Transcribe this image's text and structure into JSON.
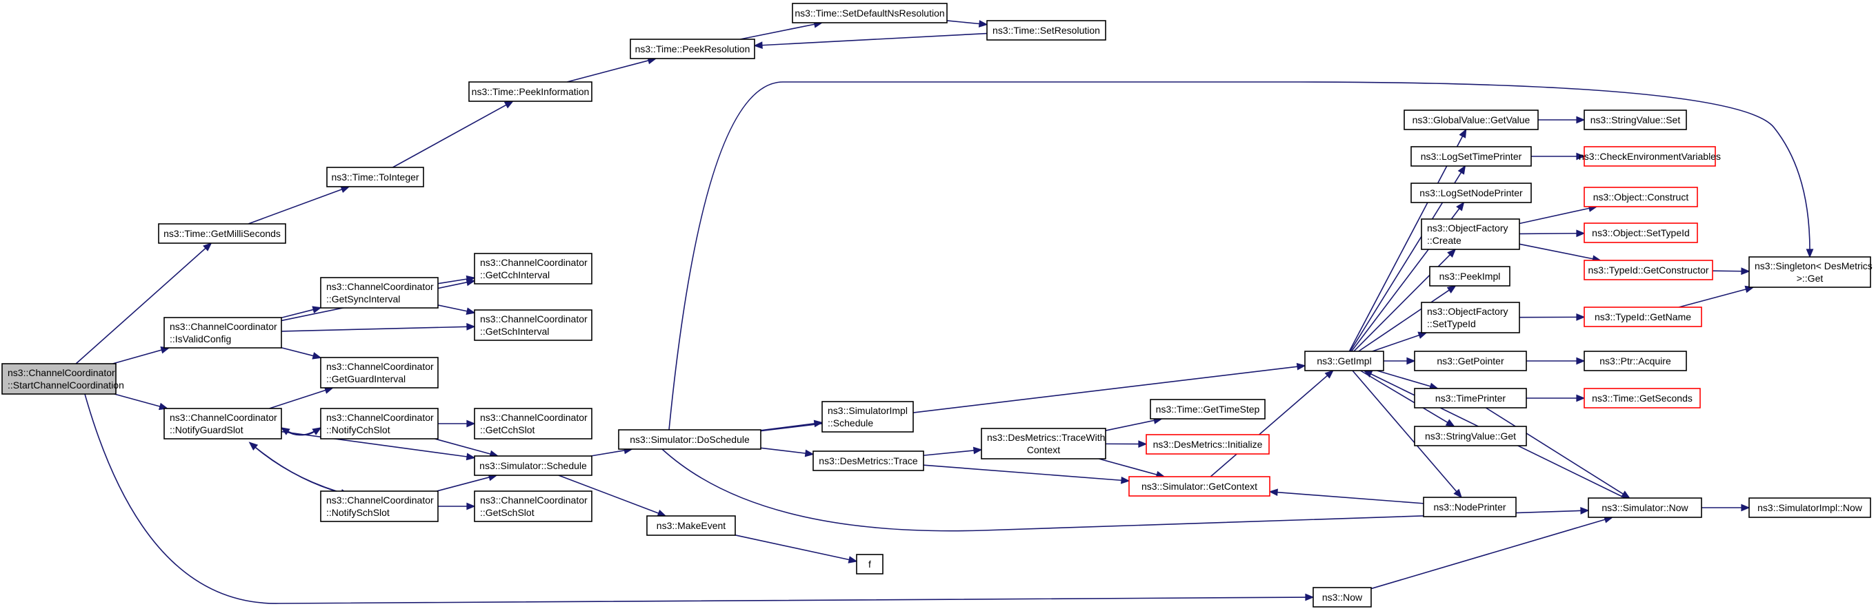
{
  "colors": {
    "edge": "#191970",
    "node_border": "#000000",
    "incomplete_border": "#ff0000",
    "current_fill": "#bfbfbf"
  },
  "nodes": [
    {
      "id": "start",
      "label": "ns3::ChannelCoordinator\n::StartChannelCoordination",
      "current": true
    },
    {
      "id": "getms",
      "label": "ns3::Time::GetMilliSeconds"
    },
    {
      "id": "toint",
      "label": "ns3::Time::ToInteger"
    },
    {
      "id": "peekinfo",
      "label": "ns3::Time::PeekInformation"
    },
    {
      "id": "peekres",
      "label": "ns3::Time::PeekResolution"
    },
    {
      "id": "setdef",
      "label": "ns3::Time::SetDefaultNsResolution"
    },
    {
      "id": "setres",
      "label": "ns3::Time::SetResolution"
    },
    {
      "id": "isvalid",
      "label": "ns3::ChannelCoordinator\n::IsValidConfig"
    },
    {
      "id": "getsync",
      "label": "ns3::ChannelCoordinator\n::GetSyncInterval"
    },
    {
      "id": "getcchi",
      "label": "ns3::ChannelCoordinator\n::GetCchInterval"
    },
    {
      "id": "getschi",
      "label": "ns3::ChannelCoordinator\n::GetSchInterval"
    },
    {
      "id": "getguard",
      "label": "ns3::ChannelCoordinator\n::GetGuardInterval"
    },
    {
      "id": "notguard",
      "label": "ns3::ChannelCoordinator\n::NotifyGuardSlot"
    },
    {
      "id": "notcch",
      "label": "ns3::ChannelCoordinator\n::NotifyCchSlot"
    },
    {
      "id": "notsch",
      "label": "ns3::ChannelCoordinator\n::NotifySchSlot"
    },
    {
      "id": "getcchs",
      "label": "ns3::ChannelCoordinator\n::GetCchSlot"
    },
    {
      "id": "getschs",
      "label": "ns3::ChannelCoordinator\n::GetSchSlot"
    },
    {
      "id": "simsched",
      "label": "ns3::Simulator::Schedule"
    },
    {
      "id": "dosched",
      "label": "ns3::Simulator::DoSchedule"
    },
    {
      "id": "implsched",
      "label": "ns3::SimulatorImpl\n::Schedule"
    },
    {
      "id": "destrace",
      "label": "ns3::DesMetrics::Trace"
    },
    {
      "id": "makeevent",
      "label": "ns3::MakeEvent"
    },
    {
      "id": "f",
      "label": "f"
    },
    {
      "id": "tracewith",
      "label": "ns3::DesMetrics::TraceWith\nContext"
    },
    {
      "id": "gettimestep",
      "label": "ns3::Time::GetTimeStep"
    },
    {
      "id": "desinit",
      "label": "ns3::DesMetrics::Initialize",
      "incomplete": true
    },
    {
      "id": "getctx",
      "label": "ns3::Simulator::GetContext",
      "incomplete": true
    },
    {
      "id": "getimpl",
      "label": "ns3::GetImpl"
    },
    {
      "id": "now",
      "label": "ns3::Now"
    },
    {
      "id": "gvget",
      "label": "ns3::GlobalValue::GetValue"
    },
    {
      "id": "svset",
      "label": "ns3::StringValue::Set"
    },
    {
      "id": "logtime",
      "label": "ns3::LogSetTimePrinter"
    },
    {
      "id": "checkenv",
      "label": "ns3::CheckEnvironmentVariables",
      "incomplete": true
    },
    {
      "id": "lognode",
      "label": "ns3::LogSetNodePrinter"
    },
    {
      "id": "ofcreate",
      "label": "ns3::ObjectFactory\n::Create"
    },
    {
      "id": "objcons",
      "label": "ns3::Object::Construct",
      "incomplete": true
    },
    {
      "id": "objsettid",
      "label": "ns3::Object::SetTypeId",
      "incomplete": true
    },
    {
      "id": "tidcons",
      "label": "ns3::TypeId::GetConstructor",
      "incomplete": true
    },
    {
      "id": "singleton",
      "label": "ns3::Singleton< DesMetrics\n>::Get"
    },
    {
      "id": "peekimpl",
      "label": "ns3::PeekImpl"
    },
    {
      "id": "ofsettid",
      "label": "ns3::ObjectFactory\n::SetTypeId"
    },
    {
      "id": "tidname",
      "label": "ns3::TypeId::GetName",
      "incomplete": true
    },
    {
      "id": "getptr",
      "label": "ns3::GetPointer"
    },
    {
      "id": "ptracq",
      "label": "ns3::Ptr::Acquire"
    },
    {
      "id": "timeprinter",
      "label": "ns3::TimePrinter"
    },
    {
      "id": "getsec",
      "label": "ns3::Time::GetSeconds",
      "incomplete": true
    },
    {
      "id": "svget",
      "label": "ns3::StringValue::Get"
    },
    {
      "id": "nodeprinter",
      "label": "ns3::NodePrinter"
    },
    {
      "id": "simnow",
      "label": "ns3::Simulator::Now"
    },
    {
      "id": "implnow",
      "label": "ns3::SimulatorImpl::Now"
    }
  ],
  "edges": [
    [
      "start",
      "getms"
    ],
    [
      "start",
      "isvalid"
    ],
    [
      "start",
      "notguard"
    ],
    [
      "start",
      "now"
    ],
    [
      "getms",
      "toint"
    ],
    [
      "toint",
      "peekinfo"
    ],
    [
      "peekinfo",
      "peekres"
    ],
    [
      "peekres",
      "setdef"
    ],
    [
      "setdef",
      "setres"
    ],
    [
      "setres",
      "peekres"
    ],
    [
      "isvalid",
      "getcchi"
    ],
    [
      "isvalid",
      "getsync"
    ],
    [
      "isvalid",
      "getschi"
    ],
    [
      "isvalid",
      "getguard"
    ],
    [
      "getsync",
      "getcchi"
    ],
    [
      "getsync",
      "getschi"
    ],
    [
      "notguard",
      "getguard"
    ],
    [
      "notguard",
      "notcch"
    ],
    [
      "notguard",
      "simsched"
    ],
    [
      "notguard",
      "notsch"
    ],
    [
      "notcch",
      "notguard"
    ],
    [
      "notcch",
      "getcchs"
    ],
    [
      "notcch",
      "simsched"
    ],
    [
      "notsch",
      "notguard"
    ],
    [
      "notsch",
      "simsched"
    ],
    [
      "notsch",
      "getschs"
    ],
    [
      "simsched",
      "dosched"
    ],
    [
      "simsched",
      "makeevent"
    ],
    [
      "makeevent",
      "f"
    ],
    [
      "dosched",
      "singleton"
    ],
    [
      "dosched",
      "getimpl"
    ],
    [
      "dosched",
      "implsched"
    ],
    [
      "dosched",
      "destrace"
    ],
    [
      "dosched",
      "simnow"
    ],
    [
      "destrace",
      "tracewith"
    ],
    [
      "destrace",
      "getctx"
    ],
    [
      "tracewith",
      "gettimestep"
    ],
    [
      "tracewith",
      "desinit"
    ],
    [
      "tracewith",
      "getctx"
    ],
    [
      "getctx",
      "getimpl"
    ],
    [
      "getimpl",
      "gvget"
    ],
    [
      "getimpl",
      "logtime"
    ],
    [
      "getimpl",
      "lognode"
    ],
    [
      "getimpl",
      "ofcreate"
    ],
    [
      "getimpl",
      "peekimpl"
    ],
    [
      "getimpl",
      "ofsettid"
    ],
    [
      "getimpl",
      "getptr"
    ],
    [
      "getimpl",
      "timeprinter"
    ],
    [
      "getimpl",
      "svget"
    ],
    [
      "getimpl",
      "nodeprinter"
    ],
    [
      "gvget",
      "svset"
    ],
    [
      "logtime",
      "checkenv"
    ],
    [
      "ofcreate",
      "objcons"
    ],
    [
      "ofcreate",
      "objsettid"
    ],
    [
      "ofcreate",
      "tidcons"
    ],
    [
      "tidcons",
      "singleton"
    ],
    [
      "ofsettid",
      "tidname"
    ],
    [
      "tidname",
      "singleton"
    ],
    [
      "getptr",
      "ptracq"
    ],
    [
      "timeprinter",
      "getsec"
    ],
    [
      "timeprinter",
      "simnow"
    ],
    [
      "nodeprinter",
      "getctx"
    ],
    [
      "simnow",
      "getimpl"
    ],
    [
      "simnow",
      "implnow"
    ],
    [
      "now",
      "simnow"
    ]
  ]
}
